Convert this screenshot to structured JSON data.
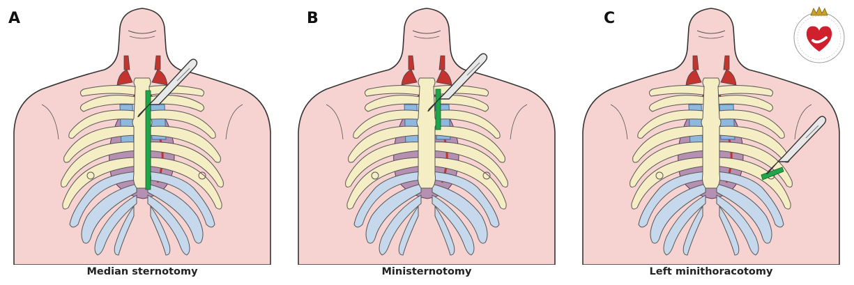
{
  "panels": [
    {
      "letter": "A",
      "caption": "Median sternotomy"
    },
    {
      "letter": "B",
      "caption": "Ministernotomy"
    },
    {
      "letter": "C",
      "caption": "Left minithoracotomy"
    }
  ],
  "colors": {
    "skin": "#f6d3d0",
    "skin_outline": "#333333",
    "rib": "#f5edc3",
    "cartilage": "#c6d9ec",
    "vessel_blue": "#8fb8de",
    "artery_red": "#c3332f",
    "heart": "#b590b2",
    "incision": "#1fa64a",
    "logo_red": "#d0202e"
  },
  "icons": [
    "scalpel-icon",
    "heart-logo-icon",
    "crown-icon"
  ]
}
